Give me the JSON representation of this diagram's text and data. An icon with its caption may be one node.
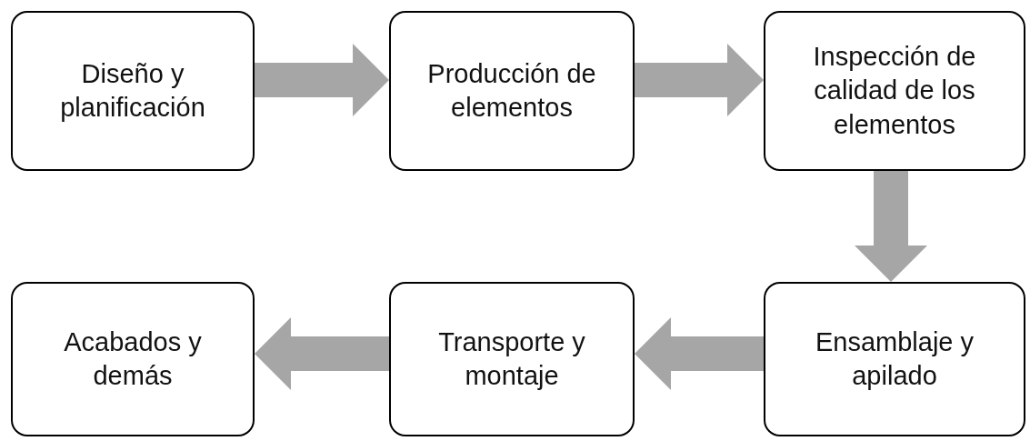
{
  "diagram": {
    "nodes": [
      {
        "text": [
          "Diseño y planificación"
        ]
      },
      {
        "text": [
          "Producción de elementos"
        ]
      },
      {
        "text": [
          "Inspección de calidad de los elementos"
        ]
      },
      {
        "text": [
          "Ensamblaje y apilado"
        ]
      },
      {
        "text": [
          "Transporte y montaje"
        ]
      },
      {
        "text": [
          "Acabados y demás"
        ]
      }
    ],
    "edges": [
      {
        "from": 0,
        "to": 1,
        "arrow": "to"
      },
      {
        "from": 1,
        "to": 2,
        "arrow": "to"
      },
      {
        "from": 2,
        "to": 3,
        "arrow": "to"
      },
      {
        "from": 3,
        "to": 4,
        "arrow": "to"
      },
      {
        "from": 4,
        "to": 5,
        "arrow": "to"
      }
    ]
  }
}
